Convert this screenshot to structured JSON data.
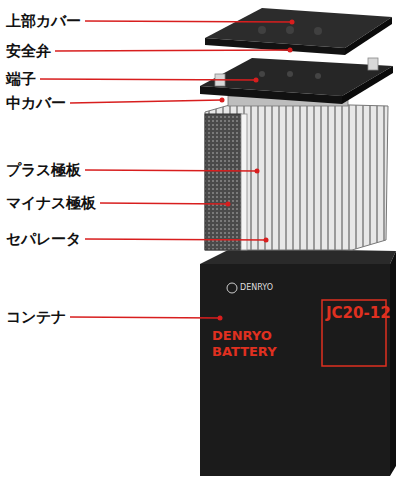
{
  "diagram": {
    "labels": [
      "上部カバー",
      "安全弁",
      "端子",
      "中カバー",
      "プラス極板",
      "マイナス極板",
      "セパレータ",
      "コンテナ",
      "DENRYO",
      "DENRYO BATTERY",
      "JC20-12"
    ]
  }
}
